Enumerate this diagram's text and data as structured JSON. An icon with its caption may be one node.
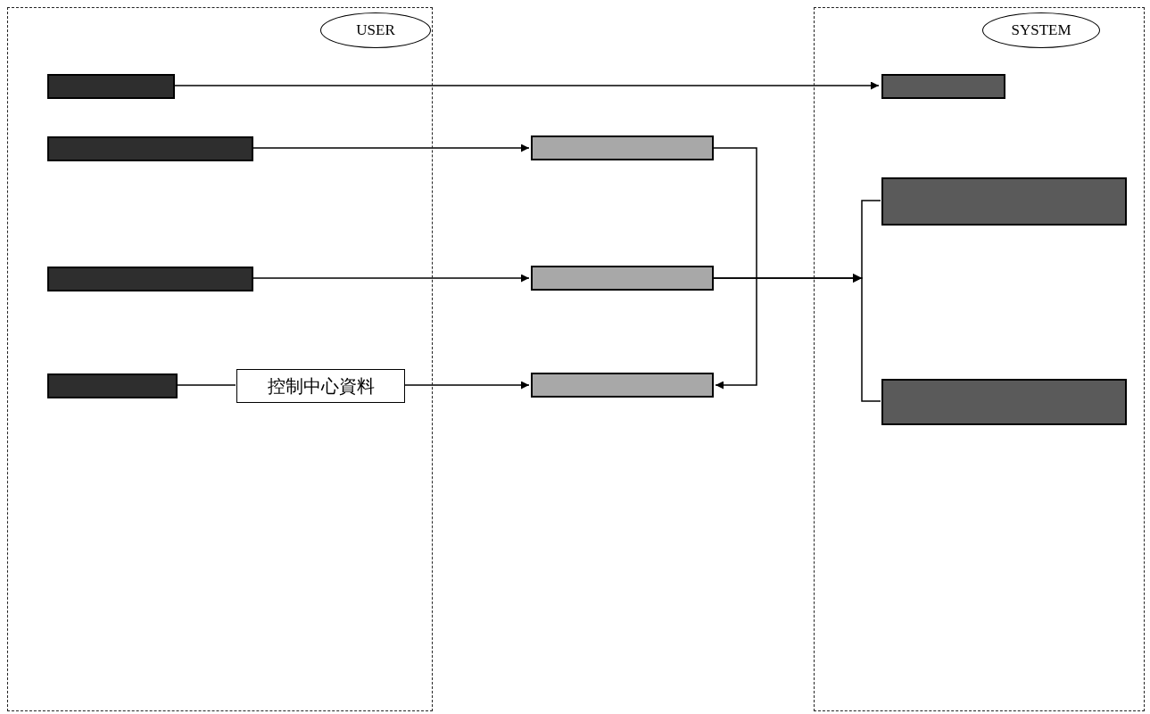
{
  "diagram": {
    "nodes": [
      {
        "text": [],
        "shape": "box"
      },
      {
        "text": [
          "USER"
        ],
        "in": 0
      },
      {
        "text": [],
        "shape": "box",
        "in": 0
      },
      {
        "text": [],
        "shape": "box",
        "in": 0
      },
      {
        "text": [],
        "shape": "box",
        "in": 0
      },
      {
        "text": [],
        "shape": "box",
        "in": 0
      },
      {
        "text": [
          "控制中心資料"
        ],
        "in": 0
      },
      {
        "text": [],
        "shape": "box"
      },
      {
        "text": [],
        "shape": "box"
      },
      {
        "text": [],
        "shape": "box"
      },
      {
        "text": [],
        "shape": "box"
      },
      {
        "text": [
          "SYSTEM"
        ],
        "in": 10
      },
      {
        "text": [],
        "shape": "box",
        "in": 10
      },
      {
        "text": [],
        "shape": "box",
        "in": 10
      },
      {
        "text": [],
        "shape": "box",
        "in": 10
      }
    ],
    "edges": [
      {
        "from": 2,
        "to": 12,
        "arrow": "to"
      },
      {
        "from": 3,
        "to": 7,
        "arrow": "to"
      },
      {
        "from": 4,
        "to": 8,
        "arrow": "to"
      },
      {
        "from": 5,
        "to": 6,
        "arrow": "none"
      },
      {
        "from": 6,
        "to": 9,
        "arrow": "to"
      },
      {
        "from": 7,
        "to": 9,
        "arrow": "to"
      },
      {
        "from": 8,
        "to": 13,
        "arrow": "to"
      },
      {
        "from": 8,
        "to": 14,
        "arrow": "to"
      }
    ]
  }
}
